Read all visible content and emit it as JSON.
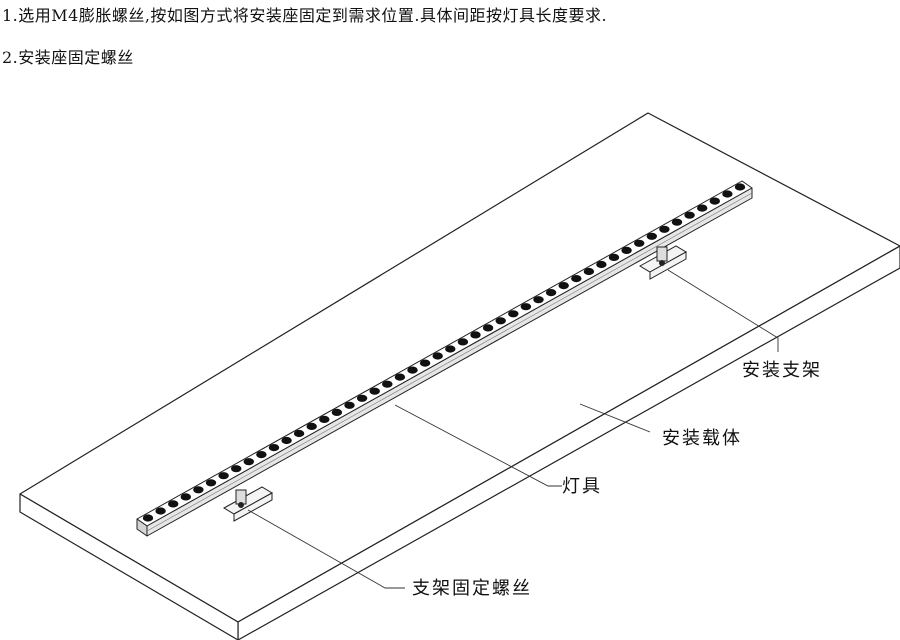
{
  "instructions": [
    "1.选用M4膨胀螺丝,按如图方式将安装座固定到需求位置.具体间距按灯具长度要求.",
    "2.安装座固定螺丝"
  ],
  "callouts": {
    "bracket": "安装支架",
    "carrier": "安装载体",
    "fixture": "灯具",
    "bracket_screw": "支架固定螺丝"
  }
}
